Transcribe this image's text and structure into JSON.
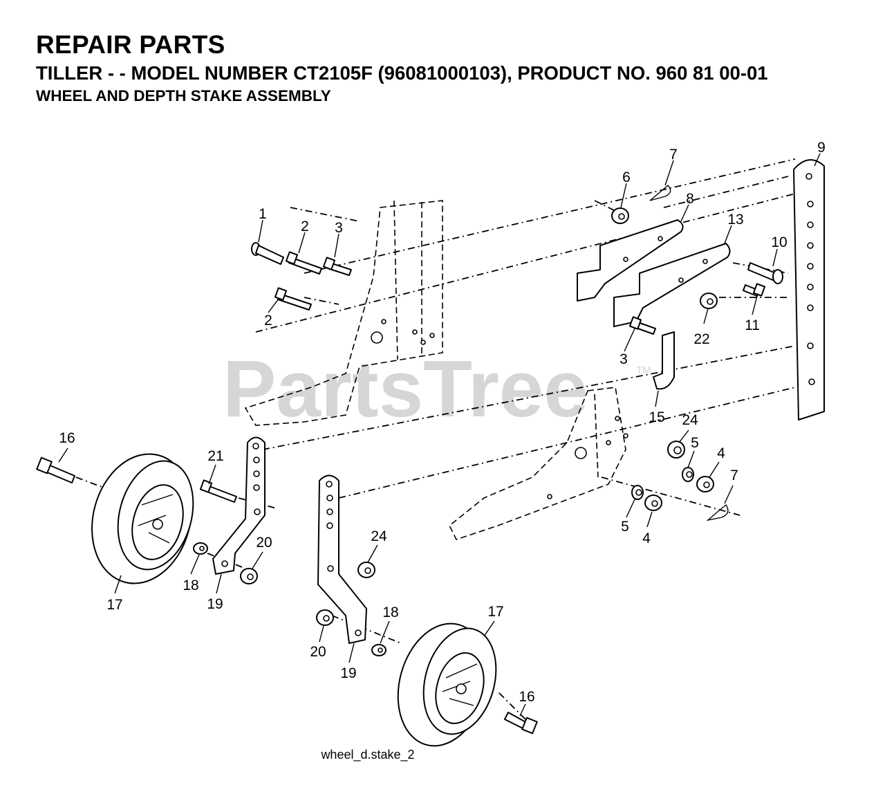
{
  "header": {
    "title": "REPAIR PARTS",
    "subtitle": "TILLER - - MODEL NUMBER CT2105F (96081000103), PRODUCT NO. 960 81 00-01",
    "section": "WHEEL AND DEPTH STAKE ASSEMBLY"
  },
  "watermark": {
    "text": "PartsTree",
    "tm": "TM"
  },
  "caption": "wheel_d.stake_2",
  "callouts": {
    "c1": "1",
    "c2a": "2",
    "c2b": "2",
    "c3a": "3",
    "c3b": "3",
    "c4a": "4",
    "c4b": "4",
    "c5a": "5",
    "c5b": "5",
    "c6": "6",
    "c7a": "7",
    "c7b": "7",
    "c8": "8",
    "c9": "9",
    "c10": "10",
    "c11": "11",
    "c13": "13",
    "c15": "15",
    "c16a": "16",
    "c16b": "16",
    "c17a": "17",
    "c17b": "17",
    "c18a": "18",
    "c18b": "18",
    "c19a": "19",
    "c19b": "19",
    "c20a": "20",
    "c20b": "20",
    "c21": "21",
    "c22": "22",
    "c24a": "24",
    "c24b": "24"
  }
}
